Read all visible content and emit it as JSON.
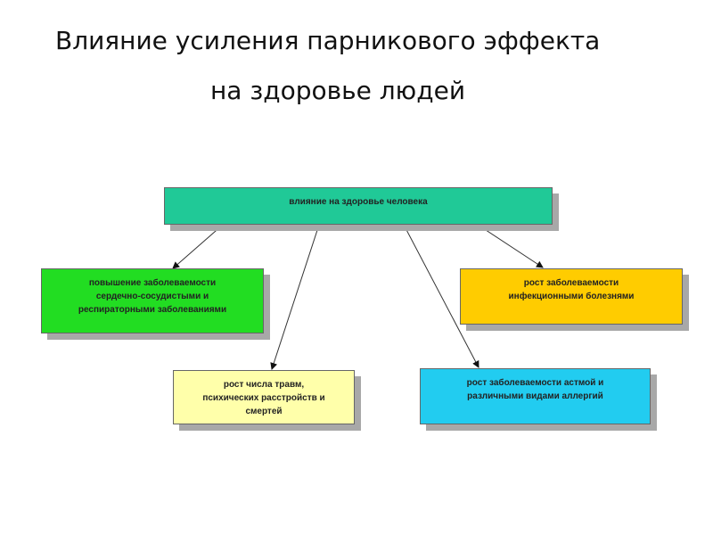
{
  "title": {
    "line1": "Влияние усиления парникового эффекта",
    "line2": "на здоровье людей"
  },
  "diagram": {
    "root": {
      "label": "влияние на здоровье человека",
      "color": "#20c997"
    },
    "children": [
      {
        "id": "green",
        "lines": [
          "повышение заболеваемости",
          "сердечно-сосудистыми и",
          "респираторными заболеваниями"
        ],
        "color": "#22dd22"
      },
      {
        "id": "orange",
        "lines": [
          "рост заболеваемости",
          "инфекционными болезнями"
        ],
        "color": "#ffcc00"
      },
      {
        "id": "yellow",
        "lines": [
          "рост числа травм,",
          "психических расстройств и",
          "смертей"
        ],
        "color": "#ffffaa"
      },
      {
        "id": "blue",
        "lines": [
          "рост заболеваемости астмой и",
          "различными видами аллергий"
        ],
        "color": "#22ccf0"
      }
    ]
  }
}
